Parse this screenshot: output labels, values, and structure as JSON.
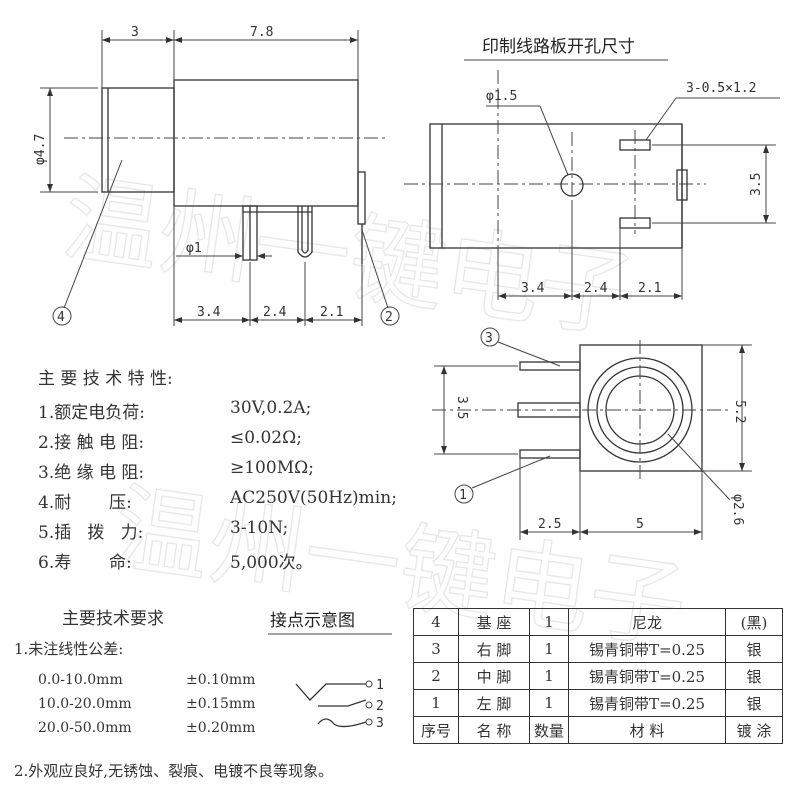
{
  "side_view": {
    "dim_top_left": "3",
    "dim_top_right": "7.8",
    "dim_left_diameter": "φ4.7",
    "dim_pin_diameter": "φ1",
    "dim_bottom": [
      "3.4",
      "2.4",
      "2.1"
    ],
    "callout_left": "4",
    "callout_right": "2"
  },
  "pcb_view": {
    "title": "印制线路板开孔尺寸",
    "hole_label": "φ1.5",
    "slot_label": "3-0.5×1.2",
    "dim_right": "3.5",
    "dim_bottom": [
      "3.4",
      "2.4",
      "2.1"
    ]
  },
  "front_view": {
    "callout_top": "3",
    "callout_bottom": "1",
    "dim_left": "3.5",
    "dim_right": "5.2",
    "dim_bottom_left": "2.5",
    "dim_bottom_right": "5",
    "dim_diameter": "φ2.6"
  },
  "main_specs": {
    "title": "主 要 技 术 特 性:",
    "items": [
      {
        "label": "1.额定电负荷:",
        "value": "30V,0.2A;"
      },
      {
        "label": "2.接 触 电 阻:",
        "value": "≤0.02Ω;"
      },
      {
        "label": "3.绝 缘 电 阻:",
        "value": "≥100MΩ;"
      },
      {
        "label": "4.耐       压:",
        "value": "AC250V(50Hz)min;"
      },
      {
        "label": "5.插   拨   力:",
        "value": "3-10N;"
      },
      {
        "label": "6.寿       命:",
        "value": "5,000次。"
      }
    ]
  },
  "requirements": {
    "title": "主要技术要求",
    "item1": "1.未注线性公差:",
    "tolerances": [
      {
        "range": "0.0-10.0mm",
        "tol": "±0.10mm"
      },
      {
        "range": "10.0-20.0mm",
        "tol": "±0.15mm"
      },
      {
        "range": "20.0-50.0mm",
        "tol": "±0.20mm"
      }
    ],
    "item2": "2.外观应良好,无锈蚀、裂痕、电镀不良等现象。"
  },
  "contact_diagram": {
    "title": "接点示意图",
    "labels": [
      "1",
      "2",
      "3"
    ]
  },
  "parts_table": {
    "rows": [
      [
        "4",
        "基 座",
        "1",
        "尼龙",
        "(黑)"
      ],
      [
        "3",
        "右 脚",
        "1",
        "锡青铜带T=0.25",
        "银"
      ],
      [
        "2",
        "中 脚",
        "1",
        "锡青铜带T=0.25",
        "银"
      ],
      [
        "1",
        "左 脚",
        "1",
        "锡青铜带T=0.25",
        "银"
      ]
    ],
    "header": [
      "序号",
      "名 称",
      "数量",
      "材    料",
      "镀 涂"
    ]
  },
  "watermark": [
    "温州一键电子",
    "温州一键电子"
  ]
}
